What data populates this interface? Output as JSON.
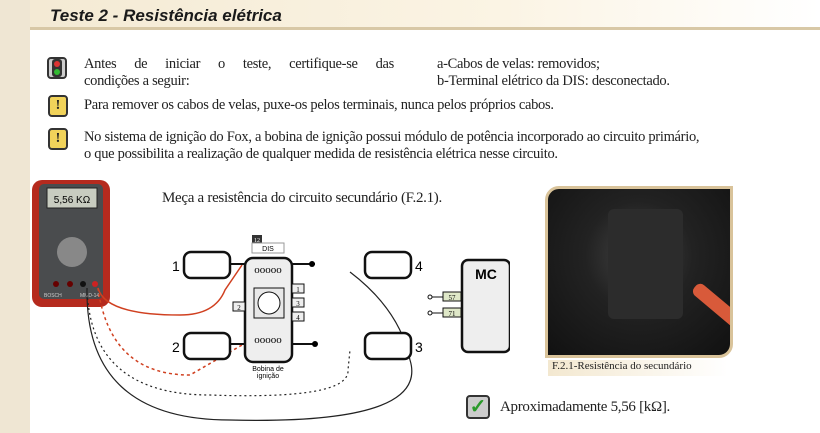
{
  "title": "Teste 2 - Resistência elétrica",
  "intro": {
    "text_line1": "Antes de iniciar o teste, certifique-se das",
    "text_line2": "condições a seguir:",
    "cond_a": "a-Cabos de velas: removidos;",
    "cond_b": "b-Terminal elétrico da DIS: desconectado."
  },
  "warning1": "Para remover os cabos de velas, puxe-os pelos terminais, nunca pelos próprios cabos.",
  "warning2_line1": "No sistema de ignição do Fox, a bobina de ignição possui módulo de potência incorporado ao circuito primário,",
  "warning2_line2": "o que possibilita a realização de qualquer medida de resistência elétrica nesse circuito.",
  "instruction": "Meça a resistência do circuito secundário (F.2.1).",
  "multimeter": {
    "display": "5,56 KΩ",
    "brand": "BOSCH",
    "model": "MMD-14"
  },
  "diagram": {
    "connector_num": "12",
    "dis_label": "DIS",
    "coil_label_1": "Bobina de",
    "coil_label_2": "ignição",
    "plugs": [
      "1",
      "2",
      "3",
      "4"
    ],
    "coil_pins": [
      "1",
      "3",
      "4"
    ],
    "pin2": "2",
    "mc_label": "MC",
    "mc_pins": [
      "57",
      "71"
    ]
  },
  "photo_caption": "F.2.1-Resistência do secundário",
  "result": "Aproximadamente 5,56 [kΩ]."
}
